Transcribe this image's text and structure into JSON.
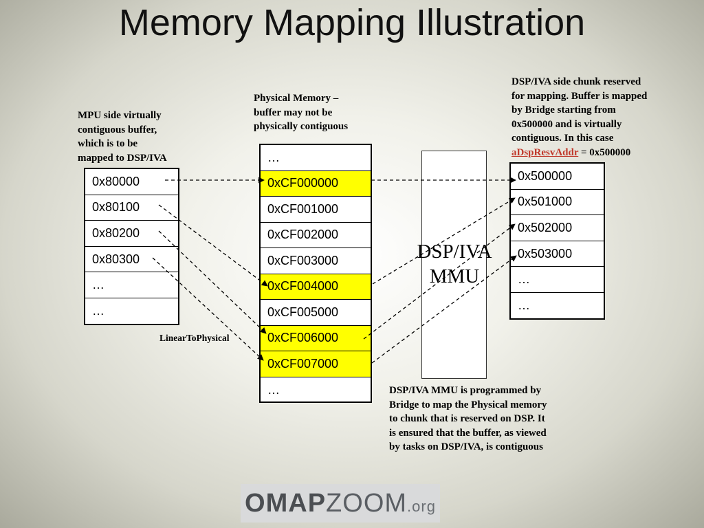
{
  "title": "Memory Mapping Illustration",
  "notes": {
    "mpu": "MPU side virtually\ncontiguous buffer,\nwhich is to be\nmapped to DSP/IVA",
    "physical": "Physical Memory –\nbuffer may not be\nphysically contiguous",
    "dsp_pre": "DSP/IVA side chunk reserved\nfor mapping. Buffer is mapped\nby Bridge starting from\n0x500000 and is virtually\ncontiguous. In this case\n",
    "dsp_addr_name": "aDspResvAddr",
    "dsp_post": " = 0x500000",
    "mmu_program": "DSP/IVA MMU is programmed by\nBridge to map the Physical memory\nto chunk  that is reserved on DSP. It\nis ensured that the buffer, as viewed\nby tasks on DSP/IVA, is contiguous",
    "linear": "LinearToPhysical"
  },
  "mmu_label": "DSP/IVA\nMMU",
  "mpu_cells": [
    "0x80000",
    "0x80100",
    "0x80200",
    "0x80300",
    "…",
    "…"
  ],
  "phys_cells": [
    "…",
    "0xCF000000",
    "0xCF001000",
    "0xCF002000",
    "0xCF003000",
    "0xCF004000",
    "0xCF005000",
    "0xCF006000",
    "0xCF007000",
    "…"
  ],
  "phys_highlight": [
    false,
    true,
    false,
    false,
    false,
    true,
    false,
    true,
    true,
    false
  ],
  "dsp_cells": [
    "0x500000",
    "0x501000",
    "0x502000",
    "0x503000",
    "…",
    "…"
  ],
  "highlight_color": "#ffff00",
  "logo": {
    "part1": "OMAP",
    "part2": "ZOOM",
    "part3": ".org"
  }
}
